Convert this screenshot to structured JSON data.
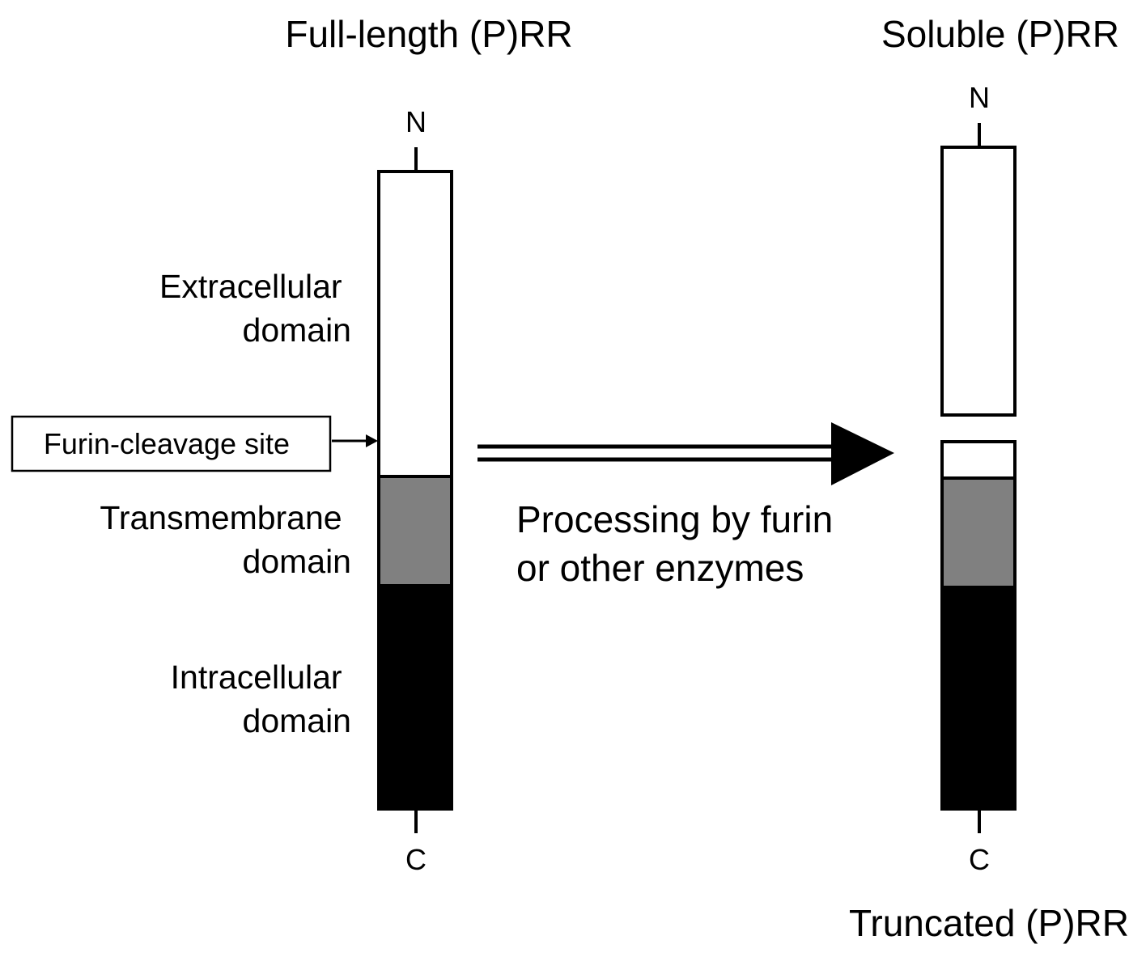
{
  "full_length": {
    "title": "Full-length (P)RR",
    "n_terminus": "N",
    "c_terminus": "C",
    "extracellular_label": [
      "Extracellular",
      "domain"
    ],
    "transmembrane_label": [
      "Transmembrane",
      "domain"
    ],
    "intracellular_label": [
      "Intracellular",
      "domain"
    ],
    "cleavage_site_label": "Furin-cleavage site"
  },
  "processing": {
    "label": [
      "Processing by furin",
      "or other enzymes"
    ]
  },
  "soluble": {
    "title": "Soluble (P)RR",
    "n_terminus": "N"
  },
  "truncated": {
    "title": "Truncated (P)RR",
    "c_terminus": "C"
  },
  "colors": {
    "extracellular": "#ffffff",
    "transmembrane": "#808080",
    "intracellular": "#000000",
    "outline": "#000000"
  }
}
